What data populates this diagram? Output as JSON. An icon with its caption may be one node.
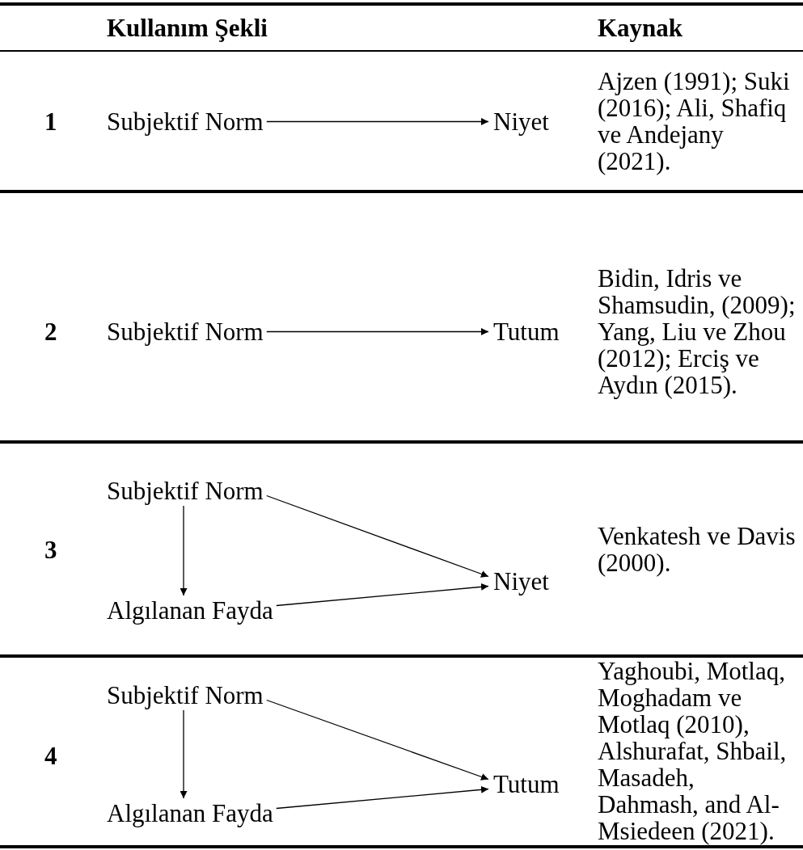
{
  "diagram": {
    "nodes": [
      {
        "text": [
          "Subjektif Norm"
        ]
      },
      {
        "text": [
          "Niyet"
        ]
      },
      {
        "text": [
          "Subjektif Norm"
        ]
      },
      {
        "text": [
          "Tutum"
        ]
      },
      {
        "text": [
          "Subjektif Norm"
        ]
      },
      {
        "text": [
          "Algılanan Fayda"
        ]
      },
      {
        "text": [
          "Niyet"
        ]
      },
      {
        "text": [
          "Subjektif Norm"
        ]
      },
      {
        "text": [
          "Algılanan Fayda"
        ]
      },
      {
        "text": [
          "Tutum"
        ]
      }
    ],
    "edges": [
      {
        "from": 0,
        "to": 1,
        "arrow": "to"
      },
      {
        "from": 2,
        "to": 3,
        "arrow": "to"
      },
      {
        "from": 4,
        "to": 5,
        "arrow": "to"
      },
      {
        "from": 4,
        "to": 6,
        "arrow": "to"
      },
      {
        "from": 5,
        "to": 6,
        "arrow": "to"
      },
      {
        "from": 7,
        "to": 8,
        "arrow": "to"
      },
      {
        "from": 7,
        "to": 9,
        "arrow": "to"
      },
      {
        "from": 8,
        "to": 9,
        "arrow": "to"
      }
    ],
    "labels": [
      "Kullanım Şekli",
      "Kaynak",
      "1",
      "Ajzen (1991); Suki (2016); Ali, Shafiq ve Andejany (2021).",
      "2",
      "Bidin, Idris ve Shamsudin, (2009); Yang, Liu ve Zhou (2012); Erciş ve Aydın (2015).",
      "3",
      "Venkatesh ve Davis (2000).",
      "4",
      "Yaghoubi, Motlaq, Moghadam ve Motlaq (2010), Alshurafat, Shbail, Masadeh, Dahmash, and Al-Msiedeen (2021)."
    ]
  }
}
